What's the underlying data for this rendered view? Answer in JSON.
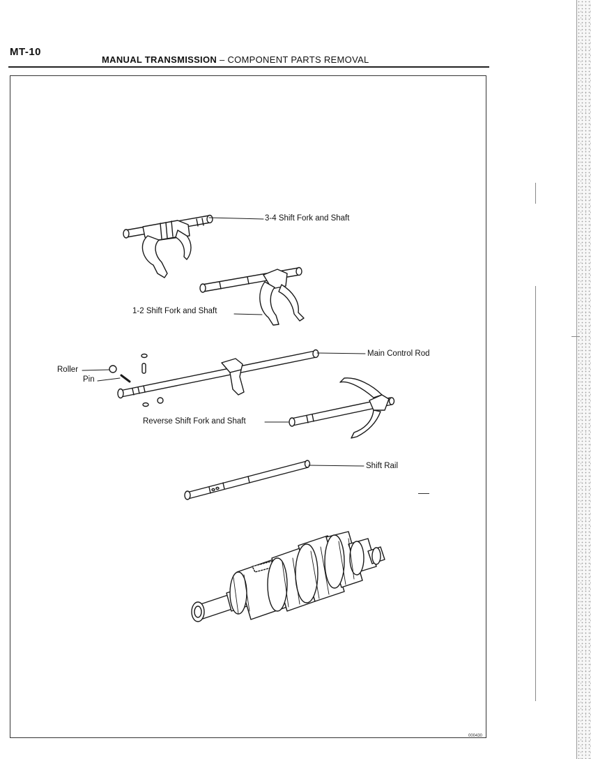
{
  "header": {
    "page_code": "MT-10",
    "title_bold": "MANUAL TRANSMISSION",
    "separator": " – ",
    "title_rest": "COMPONENT PARTS REMOVAL"
  },
  "labels": {
    "fork_34": "3-4 Shift Fork and Shaft",
    "fork_12": "1-2 Shift Fork and Shaft",
    "main_rod": "Main Control Rod",
    "roller": "Roller",
    "pin": "Pin",
    "reverse_fork": "Reverse Shift Fork and Shaft",
    "shift_rail": "Shift Rail"
  },
  "figure_number": "000430"
}
